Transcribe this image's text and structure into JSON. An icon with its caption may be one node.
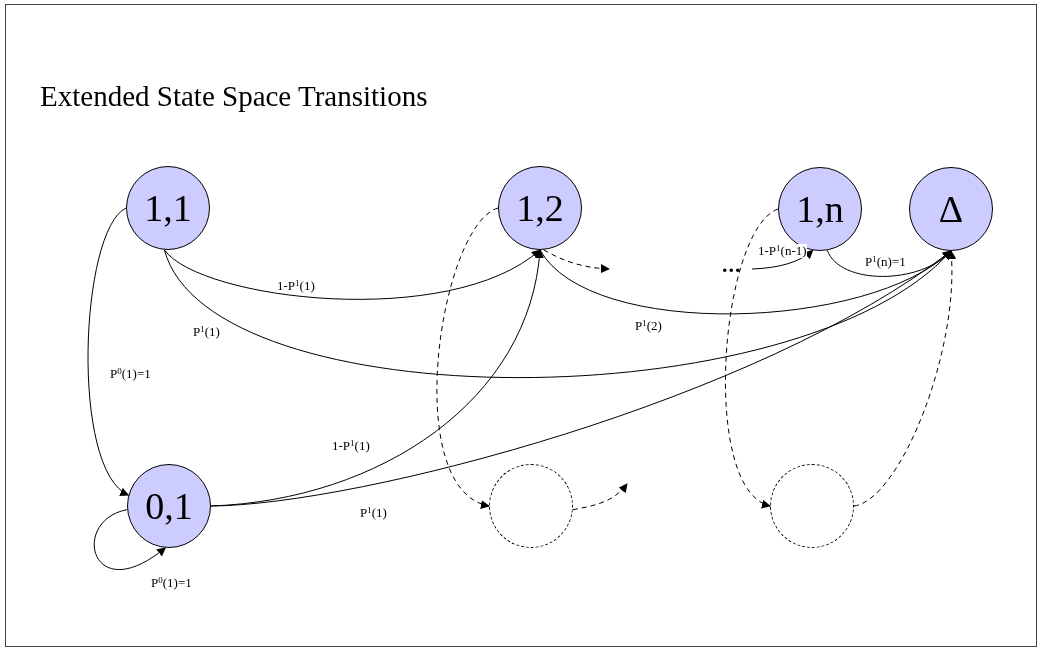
{
  "diagram": {
    "title": "Extended State Space Transitions",
    "nodes": [
      {
        "text": [
          "1,1"
        ]
      },
      {
        "text": [
          "1,2"
        ]
      },
      {
        "text": [
          "1,n"
        ]
      },
      {
        "text": [
          "Δ"
        ]
      },
      {
        "text": [
          "0,1"
        ]
      },
      {
        "text": [],
        "shape": "circle"
      },
      {
        "text": [],
        "shape": "circle"
      }
    ],
    "edges": [
      {
        "from": 0,
        "to": 4,
        "arrow": "to",
        "label": "P$^{0}$(1)=1"
      },
      {
        "from": 0,
        "to": 1,
        "arrow": "to",
        "label": "1-P$^{1}$(1)"
      },
      {
        "from": 0,
        "to": 3,
        "arrow": "to",
        "label": "P$^{1}$(1)"
      },
      {
        "from": 4,
        "to": 4,
        "arrow": "to",
        "label": "P$^{0}$(1)=1"
      },
      {
        "from": 4,
        "to": 1,
        "arrow": "to",
        "label": "1-P$^{1}$(1)"
      },
      {
        "from": 4,
        "to": 3,
        "arrow": "to",
        "label": "P$^{1}$(1)"
      },
      {
        "from": 1,
        "to": 3,
        "arrow": "to",
        "label": "P$^{1}$(2)"
      },
      {
        "from": 1,
        "to": 5,
        "arrow": "to",
        "style": "dashed"
      },
      {
        "from": 1,
        "to": null,
        "arrow": "to",
        "style": "dashed"
      },
      {
        "from": 5,
        "to": null,
        "arrow": "to",
        "style": "dashed"
      },
      {
        "from": null,
        "to": 2,
        "arrow": "to",
        "label": "1-P$^{1}$(n-1)"
      },
      {
        "from": 2,
        "to": 3,
        "arrow": "to",
        "label": "P$^{1}$(n)=1"
      },
      {
        "from": 2,
        "to": 6,
        "arrow": "to",
        "style": "dashed"
      },
      {
        "from": 6,
        "to": 3,
        "arrow": "to",
        "style": "dashed"
      }
    ],
    "labels": [
      "..."
    ]
  }
}
